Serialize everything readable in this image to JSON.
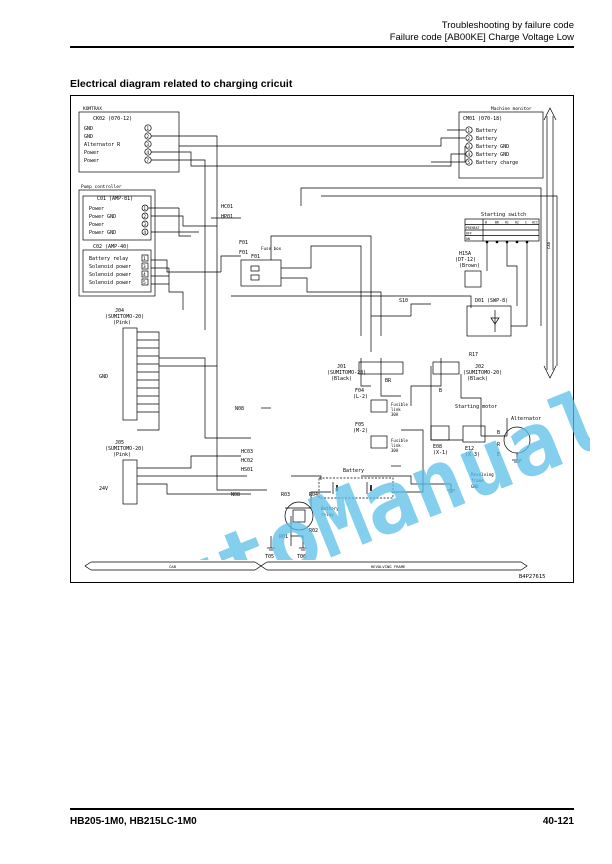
{
  "header": {
    "line1": "Troubleshooting by failure code",
    "line2": "Failure code [AB00KE] Charge Voltage Low"
  },
  "section_title": "Electrical diagram related to charging cricuit",
  "diagram": {
    "komtrax": {
      "name": "KOMTRAX",
      "conn": "CK02 (070-12)",
      "pins": [
        "GND",
        "GND",
        "Alternator R",
        "Power",
        "Power"
      ],
      "nums": [
        "1",
        "2",
        "3",
        "4",
        "7"
      ]
    },
    "monitor": {
      "name": "Machine monitor",
      "conn": "CM01 (070-18)",
      "pins": [
        "Battery",
        "Battery",
        "Battery GND",
        "Battery GND",
        "Battery charge"
      ],
      "nums": [
        "1",
        "2",
        "3",
        "4",
        "5"
      ]
    },
    "pump": {
      "name": "Pump controller",
      "conn": "C01 (AMP-81)",
      "pins": [
        "Power",
        "Power GND",
        "Power",
        "Power GND"
      ],
      "nums": [
        "1",
        "2",
        "3",
        "4"
      ]
    },
    "c02": {
      "conn": "C02 (AMP-40)",
      "pins": [
        "Battery relay",
        "Solenoid power",
        "Solenoid power",
        "Solenoid power"
      ],
      "nums": [
        "1",
        "3",
        "4",
        "5"
      ]
    },
    "j04": {
      "name": "J04",
      "type": "(SUMITOMO-20)",
      "color": "(Pink)",
      "gnd": "GND"
    },
    "j05": {
      "name": "J05",
      "type": "(SUMITOMO-20)",
      "color": "(Pink)",
      "v24": "24V"
    },
    "j01": {
      "name": "J01",
      "type": "(SUMITOMO-20)",
      "color": "(Black)"
    },
    "j02": {
      "name": "J02",
      "type": "(SUMITOMO-20)",
      "color": "(Black)"
    },
    "fusebox": {
      "name": "Fuse box",
      "id": "F01",
      "f1": "F01",
      "f2": "F01"
    },
    "d01": {
      "name": "D01 (SWP-8)"
    },
    "h15a": {
      "name": "H15A",
      "type": "(DT-12)",
      "color": "(Brown)"
    },
    "switch": {
      "name": "Starting switch",
      "rows": [
        "PREHEAT",
        "OFF",
        "ON",
        "START"
      ],
      "cols": [
        "B",
        "BR",
        "R1",
        "R2",
        "C",
        "ACC"
      ]
    },
    "connectors": {
      "hc01": "HC01",
      "hp01": "HP01",
      "s10": "S10",
      "r17": "R17",
      "n08a": "N08",
      "n08b": "N08",
      "hc03": "HC03",
      "hc02": "HC02",
      "hs01": "HS01",
      "e08": "E08",
      "e08x": "(X-1)",
      "e12": "E12",
      "e12x": "(X-3)"
    },
    "f04": {
      "name": "F04",
      "sub": "(L-2)",
      "desc1": "Fusible",
      "desc2": "link",
      "desc3": "30A"
    },
    "f05": {
      "name": "F05",
      "sub": "(M-2)",
      "desc1": "Fusible",
      "desc2": "link",
      "desc3": "30A"
    },
    "battery": {
      "name": "Battery",
      "relay1": "Battery",
      "relay2": "relay"
    },
    "relay_pins": {
      "r01": "R01",
      "r02": "R02",
      "r03": "R03",
      "r04": "R04"
    },
    "ground": {
      "t05": "T05",
      "t06": "T06",
      "revolving": "Revolving",
      "frame": "frame",
      "gnd": "GND"
    },
    "starting_motor": "Starting motor",
    "alternator": "Alternator",
    "wire_labels": {
      "br": "BR",
      "b": "B",
      "r": "R",
      "c": "C",
      "e": "E",
      "s": "S"
    },
    "bands": {
      "cab": "CAB",
      "frame": "REVOLVING FRAME",
      "side": "CAB"
    },
    "fig_id": "B4P27615"
  },
  "watermark": "AutoManual",
  "footer": {
    "model": "HB205-1M0, HB215LC-1M0",
    "page": "40-121"
  },
  "colors": {
    "watermark": "#5bbfe8",
    "line": "#000000"
  }
}
